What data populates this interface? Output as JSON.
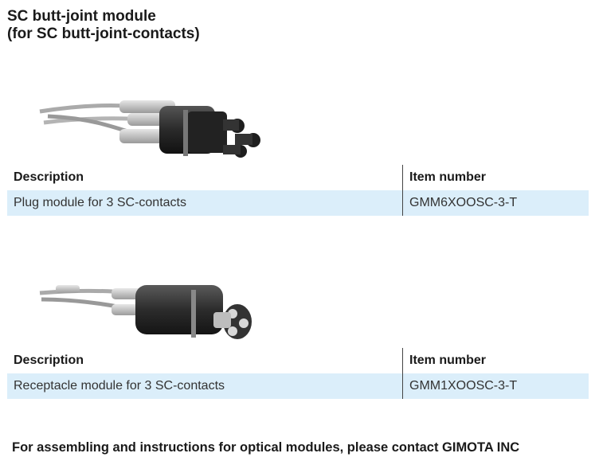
{
  "title": {
    "line1": "SC butt-joint module",
    "line2": "(for SC butt-joint-contacts)"
  },
  "products": [
    {
      "image_icon": "plug-module-image",
      "header": {
        "description": "Description",
        "item_number": "Item number"
      },
      "row": {
        "description": "Plug module for 3 SC-contacts",
        "item_number": "GMM6XOOSC-3-T"
      }
    },
    {
      "image_icon": "receptacle-module-image",
      "header": {
        "description": "Description",
        "item_number": "Item number"
      },
      "row": {
        "description": "Receptacle module for 3 SC-contacts",
        "item_number": "GMM1XOOSC-3-T"
      }
    }
  ],
  "footer": "For assembling and instructions for optical modules, please contact GIMOTA INC",
  "colors": {
    "row_bg": "#dbeefa",
    "text": "#1a1a1a"
  }
}
